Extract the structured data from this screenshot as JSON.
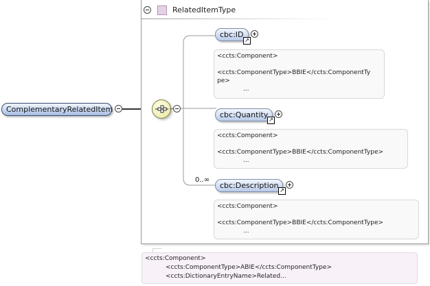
{
  "root_element": {
    "name": "ComplementaryRelatedItem"
  },
  "type": {
    "name": "RelatedItemType"
  },
  "children": [
    {
      "name": "cbc:ID",
      "annotation": [
        "<ccts:Component>",
        "",
        "<ccts:ComponentType>BBIE</ccts:ComponentTy",
        "pe>",
        "..."
      ]
    },
    {
      "name": "cbc:Quantity",
      "annotation": [
        "<ccts:Component>",
        "",
        "<ccts:ComponentType>BBIE</ccts:ComponentType>",
        "..."
      ]
    },
    {
      "name": "cbc:Description",
      "cardinality": "0..∞",
      "annotation": [
        "<ccts:Component>",
        "",
        "<ccts:ComponentType>BBIE</ccts:ComponentType>",
        "..."
      ]
    }
  ],
  "type_annotation": [
    "<ccts:Component>",
    "<ccts:ComponentType>ABIE</ccts:ComponentType>",
    "<ccts:DictionaryEntryName>Related..."
  ],
  "icons": {
    "ref_arrow": "↗",
    "collapse": "collapse-toggle",
    "expand": "expand-toggle",
    "sequence": "sequence-compositor"
  }
}
